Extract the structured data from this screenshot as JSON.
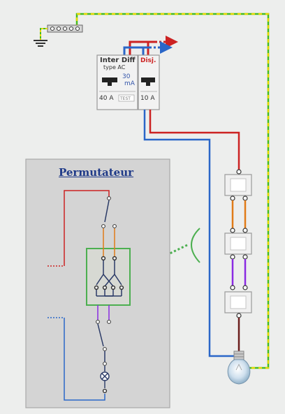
{
  "diagram": {
    "title": "Permutateur",
    "inter_diff": {
      "name": "Inter Diff",
      "type_label": "type AC",
      "sensitivity_value": "30",
      "sensitivity_unit": "mA",
      "rating": "40 A",
      "test_label": "TEST"
    },
    "disjoncteur": {
      "name": "Disj.",
      "rating": "10 A"
    }
  },
  "colors": {
    "phase": "#cc2222",
    "neutral": "#2a66c8",
    "earth_green": "#44bb22",
    "earth_yellow": "#e6d800",
    "traveler_orange": "#e07b18",
    "traveler_purple": "#8a2be2",
    "lamp_return": "#6b1d1d",
    "highlight": "#4caf50"
  }
}
